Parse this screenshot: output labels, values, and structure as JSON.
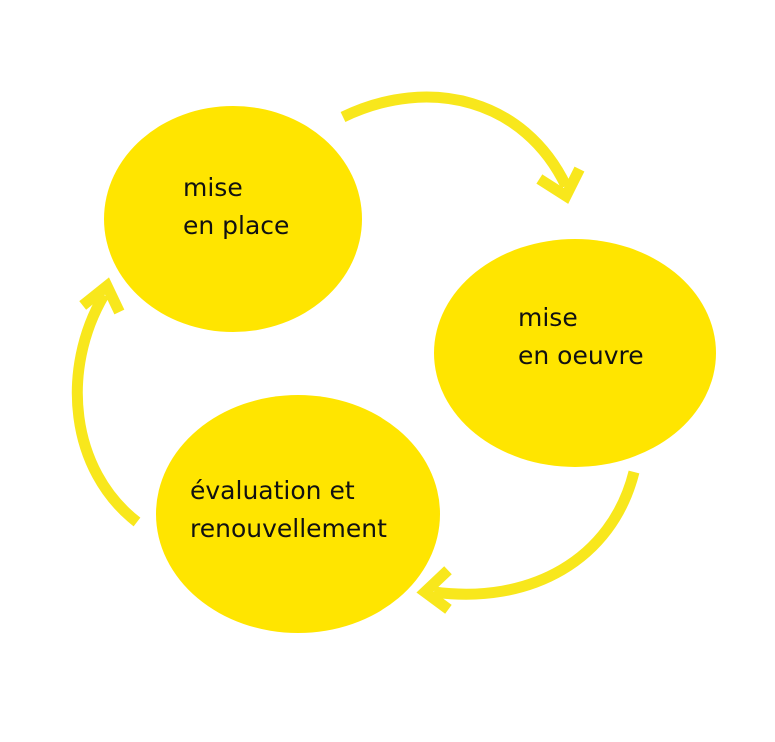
{
  "colors": {
    "circle_fill": "#ffe500",
    "arrow": "#f8e71c",
    "text": "#111111"
  },
  "nodes": [
    {
      "line1": "mise",
      "line2": "en place"
    },
    {
      "line1": "mise",
      "line2": "en oeuvre"
    },
    {
      "line1": "évaluation et",
      "line2": "renouvellement"
    }
  ]
}
